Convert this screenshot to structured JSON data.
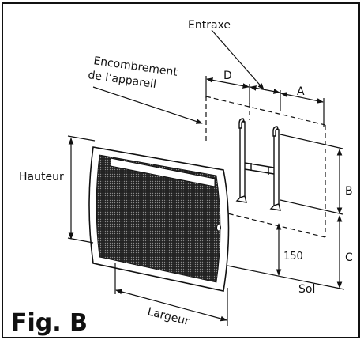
{
  "labels": {
    "entraxe": "Entraxe",
    "encombrement_line1": "Encombrement",
    "encombrement_line2": "de l’appareil",
    "hauteur": "Hauteur",
    "largeur": "Largeur",
    "dim_a": "A",
    "dim_b": "B",
    "dim_c": "C",
    "dim_d": "D",
    "dim_150": "150",
    "sol": "Sol",
    "figure": "Fig. B"
  }
}
